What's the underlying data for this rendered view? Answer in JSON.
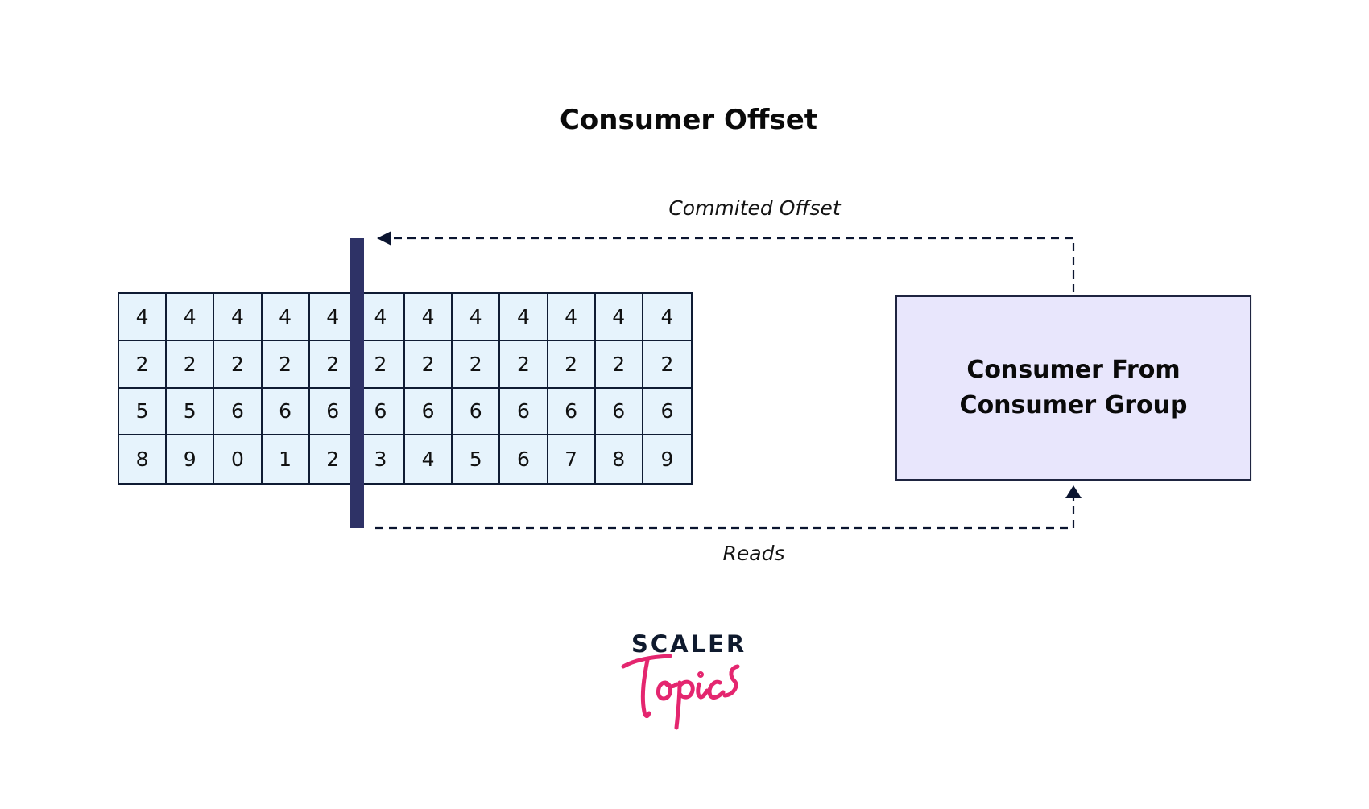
{
  "diagram": {
    "title": "Consumer Offset",
    "partition_grid": {
      "rows": [
        [
          "4",
          "4",
          "4",
          "4",
          "4",
          "4",
          "4",
          "4",
          "4",
          "4",
          "4",
          "4"
        ],
        [
          "2",
          "2",
          "2",
          "2",
          "2",
          "2",
          "2",
          "2",
          "2",
          "2",
          "2",
          "2"
        ],
        [
          "5",
          "5",
          "6",
          "6",
          "6",
          "6",
          "6",
          "6",
          "6",
          "6",
          "6",
          "6"
        ],
        [
          "8",
          "9",
          "0",
          "1",
          "2",
          "3",
          "4",
          "5",
          "6",
          "7",
          "8",
          "9"
        ]
      ],
      "committed_offset_after_column": 5
    },
    "consumer_box": {
      "lines": [
        "Consumer From",
        "Consumer Group"
      ]
    },
    "edges": {
      "committed_label": "Commited Offset",
      "reads_label": "Reads"
    },
    "logo": {
      "brand": "SCALER",
      "sub": "Topics",
      "brand_color": "#0f1a2e",
      "sub_color": "#e4266f"
    },
    "colors": {
      "cell_fill": "#e6f3fc",
      "cell_border": "#0f1b33",
      "offset_bar": "#2e3266",
      "consumer_fill": "#e8e6fc",
      "consumer_border": "#1e2440",
      "arrow": "#0b1530"
    }
  }
}
